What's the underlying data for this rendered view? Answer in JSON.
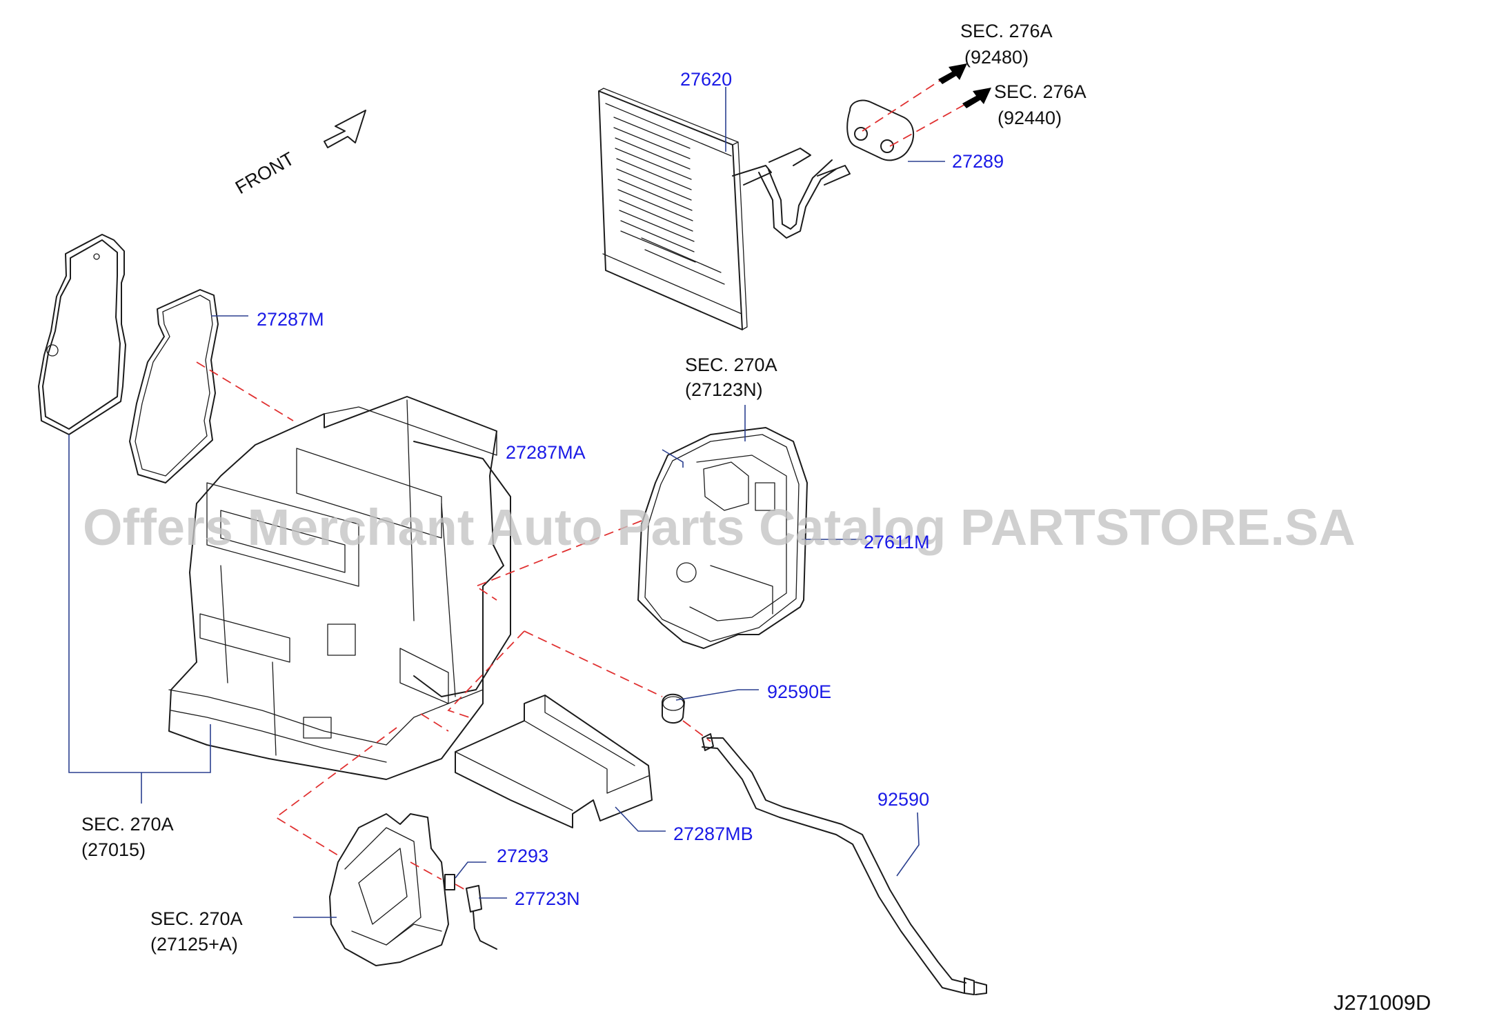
{
  "diagram": {
    "colors": {
      "part_number": "#1a1ae6",
      "reference": "#111111",
      "leader": "#2a3f8f",
      "guide_dash": "#e03030",
      "watermark": "#c4c4c4"
    },
    "front_label": "FRONT",
    "front_icon": "outline-arrow-icon",
    "watermark": "Offers Merchant Auto Parts Catalog PARTSTORE.SA",
    "drawing_code": "J271009D",
    "parts": {
      "p27620": "27620",
      "p27289": "27289",
      "p27287M": "27287M",
      "p27287MA": "27287MA",
      "p27611M": "27611M",
      "p92590E": "92590E",
      "p92590": "92590",
      "p27287MB": "27287MB",
      "p27293": "27293",
      "p27723N": "27723N"
    },
    "refs": {
      "sec276a_1": {
        "sec": "SEC.  276A",
        "code": "(92480)"
      },
      "sec276a_2": {
        "sec": "SEC.  276A",
        "code": "(92440)"
      },
      "sec270a_top": {
        "sec": "SEC.  270A",
        "code": "(27123N)"
      },
      "sec270a_left": {
        "sec": "SEC.  270A",
        "code": "(27015)"
      },
      "sec270a_bottom": {
        "sec": "SEC.  270A",
        "code": "(27125+A)"
      }
    }
  }
}
